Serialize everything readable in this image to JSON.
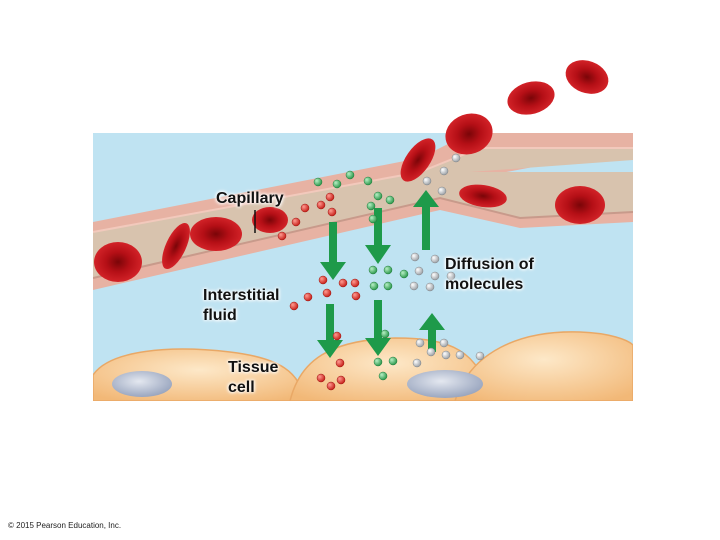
{
  "labels": {
    "capillary": "Capillary",
    "interstitial_line1": "Interstitial",
    "interstitial_line2": "fluid",
    "tissue_line1": "Tissue",
    "tissue_line2": "cell",
    "diffusion_line1": "Diffusion of",
    "diffusion_line2": "molecules"
  },
  "copyright": "© 2015 Pearson Education, Inc.",
  "colors": {
    "interstitial_fluid": "#bfe3f2",
    "capillary_wall": "#e8b5a6",
    "capillary_lumen": "#d9c6b3",
    "red_blood_cell": "#c8141c",
    "tissue_cell": "#f6cf9c",
    "arrow": "#1e9a4a",
    "molecule_red": "#d83a32",
    "molecule_green": "#3fae5e",
    "molecule_gray": "#b8bcc0"
  }
}
